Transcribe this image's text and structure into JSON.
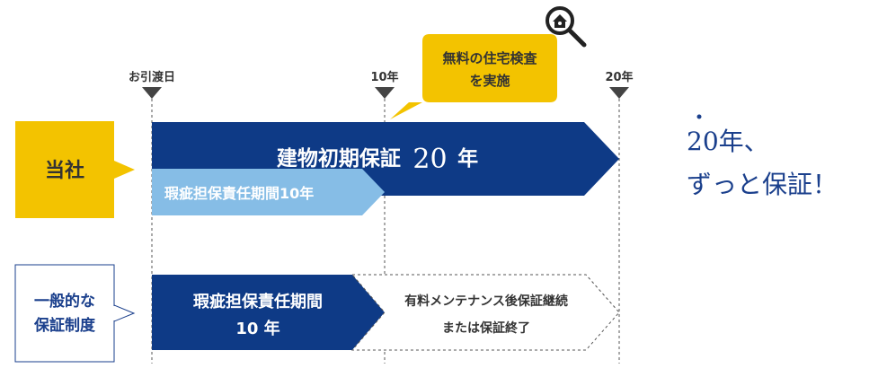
{
  "timeline": {
    "start_label": "お引渡日",
    "mid_label": "10年",
    "end_label": "20年"
  },
  "inspection_bubble": {
    "line1": "無料の住宅検査",
    "line2": "を実施",
    "icon": "house-magnifier-icon"
  },
  "company": {
    "label": "当社",
    "main_bar": {
      "prefix": "建物初期保証",
      "number": "20",
      "suffix": "年"
    },
    "sub_bar": "瑕疵担保責任期間10年"
  },
  "general": {
    "label_line1": "一般的な",
    "label_line2": "保証制度",
    "bar_line1": "瑕疵担保責任期間",
    "bar_line2": "10 年",
    "dashed_line1": "有料メンテナンス後保証継続",
    "dashed_line2": "または保証終了"
  },
  "headline": {
    "line1": "20年、",
    "line2": "ずっと保証！"
  },
  "colors": {
    "navy": "#0e3a86",
    "light_blue": "#86bde6",
    "yellow": "#f3c300",
    "label_blue": "#1a3f8c",
    "text_dark": "#333333"
  }
}
